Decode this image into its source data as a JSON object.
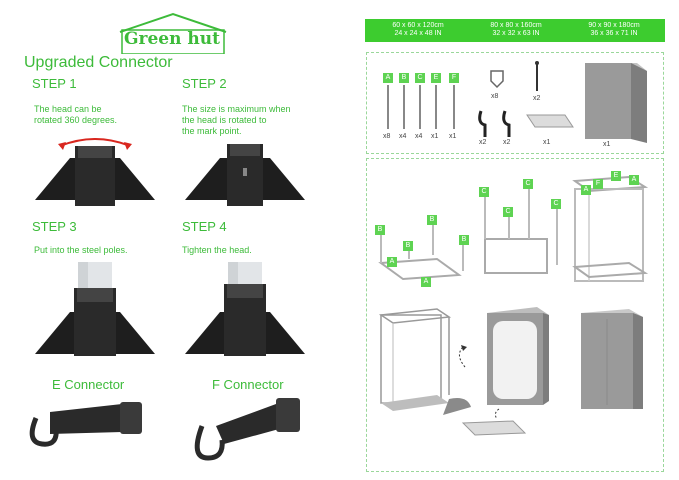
{
  "brand": {
    "logo_text": "Green hut"
  },
  "left": {
    "title": "Upgraded Connector",
    "steps": [
      {
        "label": "STEP 1",
        "text": "The head can be\nrotated 360 degrees."
      },
      {
        "label": "STEP 2",
        "text": "The size is maximum when\nthe head is rotated to\nthe mark point."
      },
      {
        "label": "STEP 3",
        "text": "Put into the steel poles."
      },
      {
        "label": "STEP 4",
        "text": "Tighten the head."
      }
    ],
    "connectors": [
      "E Connector",
      "F Connector"
    ]
  },
  "specs": [
    {
      "metric": "60 x 60 x 120cm",
      "imperial": "24 x 24 x 48 IN"
    },
    {
      "metric": "80 x 80 x 160cm",
      "imperial": "32 x 32 x 63 IN"
    },
    {
      "metric": "90 x 90 x 180cm",
      "imperial": "36 x 36 x 71 IN"
    }
  ],
  "parts": {
    "pole_letters": [
      "A",
      "B",
      "C",
      "E",
      "F"
    ],
    "quantities": [
      "x8",
      "x4",
      "x4",
      "x1",
      "x1",
      "x8",
      "x2",
      "x2",
      "x2",
      "x1",
      "x1"
    ]
  },
  "assembly_labels": {
    "a": "A",
    "b": "B",
    "c": "C",
    "e": "E",
    "f": "F"
  },
  "colors": {
    "accent": "#3dbb3a",
    "bar": "#3dcc2f",
    "tent": "#9a9a9a"
  }
}
